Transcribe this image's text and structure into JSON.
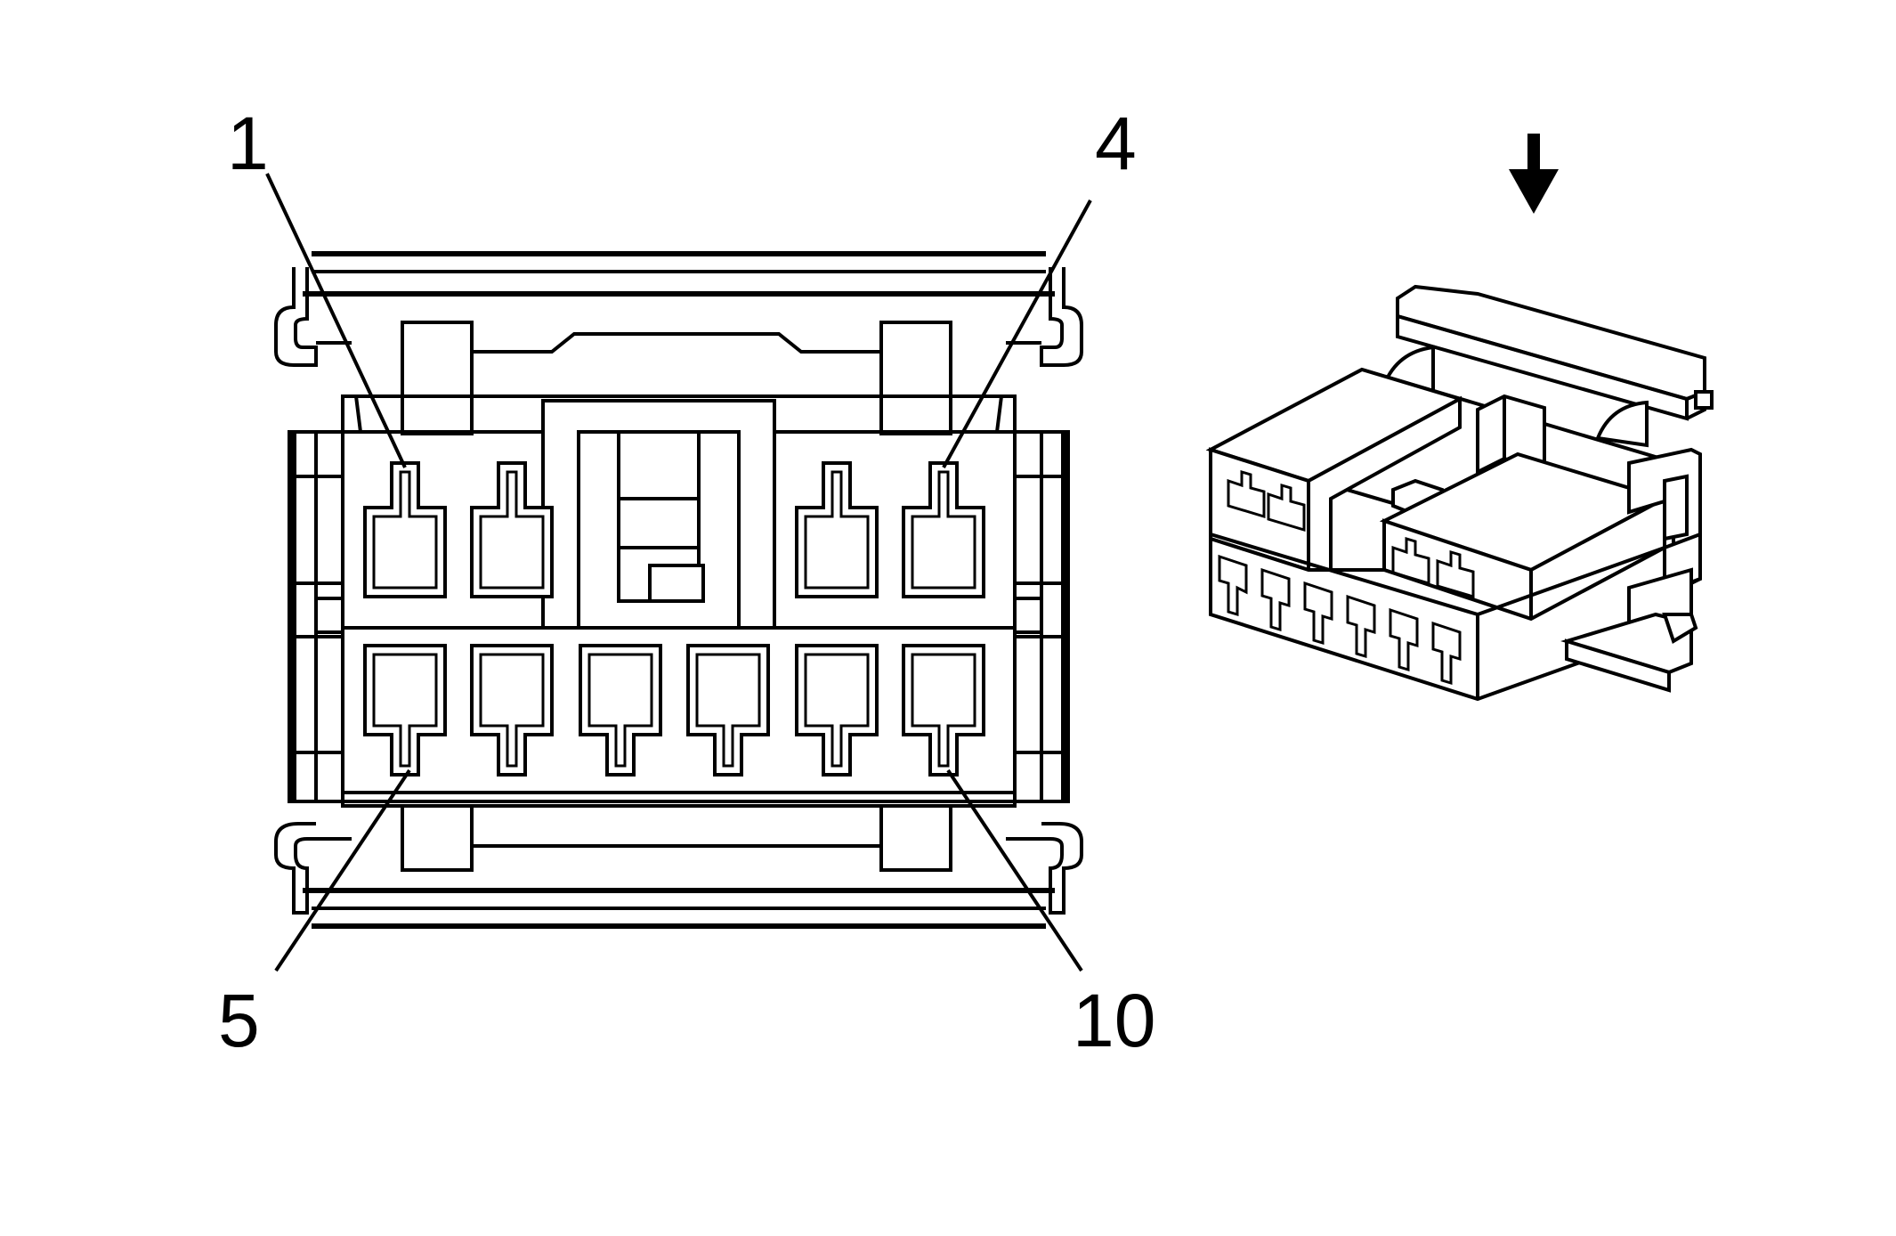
{
  "diagram": {
    "callouts": {
      "pin_1": "1",
      "pin_4": "4",
      "pin_5": "5",
      "pin_10": "10"
    },
    "upper_row_cavities": 4,
    "lower_row_cavities": 6,
    "view_arrow": "arrow-down-icon"
  }
}
